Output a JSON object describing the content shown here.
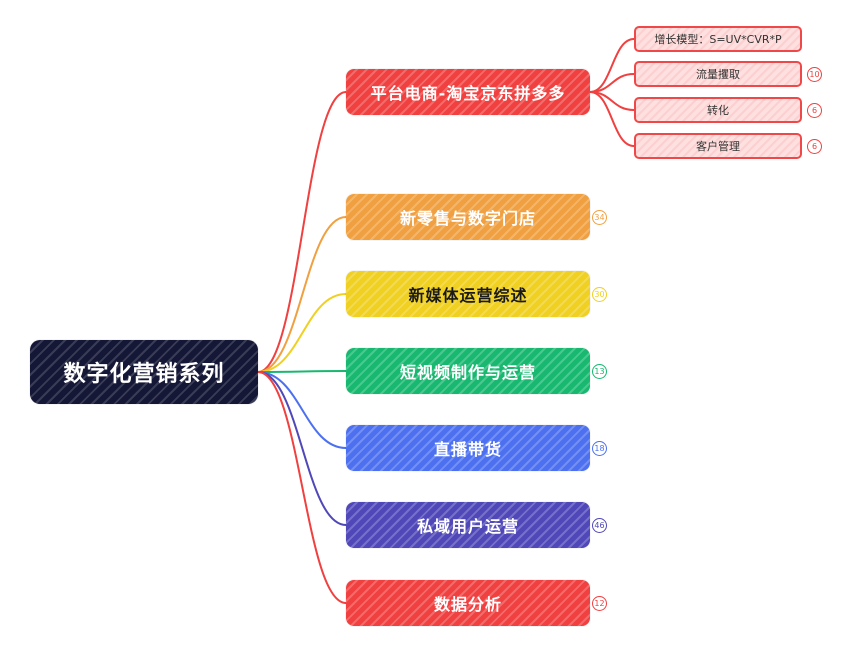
{
  "root": {
    "label": "数字化营销系列"
  },
  "branches": [
    {
      "label": "平台电商-淘宝京东拼多多",
      "color": "#f04040",
      "count": ""
    },
    {
      "label": "新零售与数字门店",
      "color": "#f0a040",
      "count": "34"
    },
    {
      "label": "新媒体运营综述",
      "color": "#f0d020",
      "count": "30"
    },
    {
      "label": "短视频制作与运营",
      "color": "#18b870",
      "count": "13"
    },
    {
      "label": "直播带货",
      "color": "#4c70f0",
      "count": "18"
    },
    {
      "label": "私域用户运营",
      "color": "#5048b8",
      "count": "46"
    },
    {
      "label": "数据分析",
      "color": "#f04040",
      "count": "12"
    }
  ],
  "subtopics": [
    {
      "label": "增长模型：S=UV*CVR*P",
      "count": ""
    },
    {
      "label": "流量攫取",
      "count": "10"
    },
    {
      "label": "转化",
      "count": "6"
    },
    {
      "label": "客户管理",
      "count": "6"
    }
  ]
}
